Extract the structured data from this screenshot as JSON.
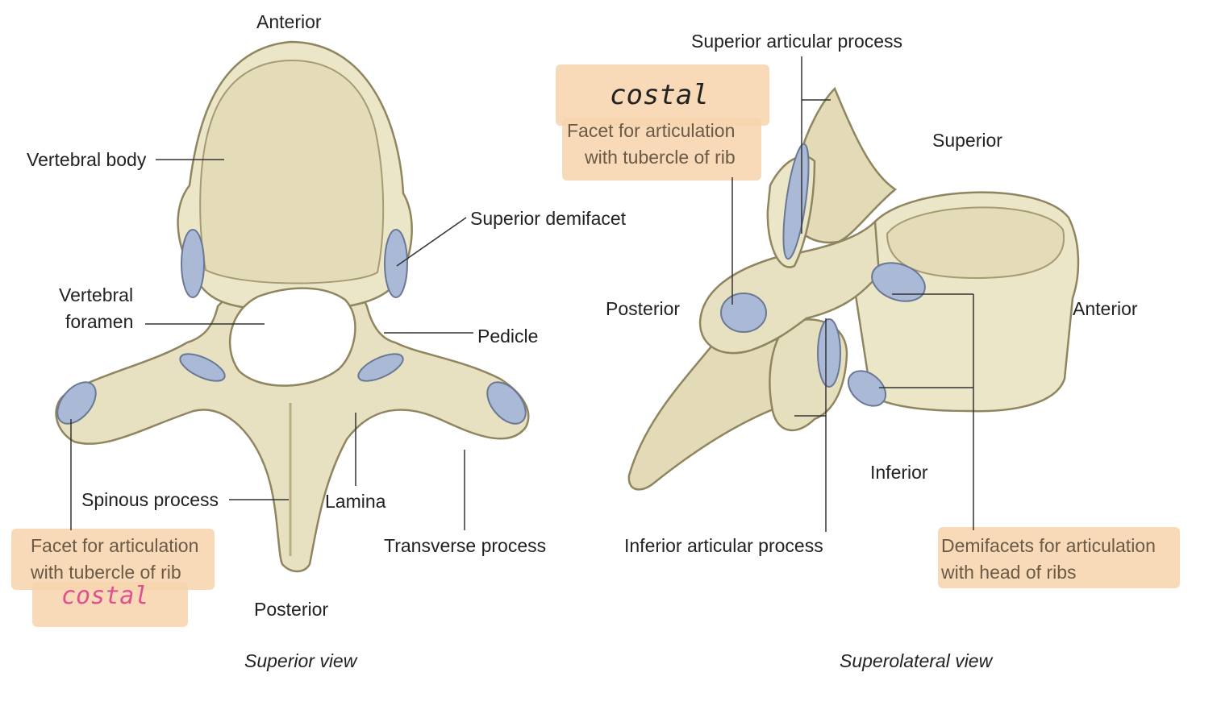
{
  "colors": {
    "bone": "#ece6c8",
    "bone_shade": "#cfc59b",
    "bone_outline": "#8f855f",
    "facet": "#a9b9d6",
    "highlight": "#f7d3ad",
    "handwriting_pink": "#e0508e",
    "handwriting_black": "#222222"
  },
  "superior_view": {
    "caption": "Superior view",
    "labels": {
      "anterior": "Anterior",
      "vertebral_body": "Vertebral body",
      "superior_demifacet": "Superior demifacet",
      "vertebral_foramen_1": "Vertebral",
      "vertebral_foramen_2": "foramen",
      "pedicle": "Pedicle",
      "spinous_process": "Spinous process",
      "lamina": "Lamina",
      "transverse_process": "Transverse process",
      "facet_1": "Facet for articulation",
      "facet_2": "with tubercle of rib",
      "posterior": "Posterior"
    },
    "handwritten_note": "costal"
  },
  "superolateral_view": {
    "caption": "Superolateral view",
    "labels": {
      "superior_articular_process": "Superior articular process",
      "superior": "Superior",
      "posterior": "Posterior",
      "anterior": "Anterior",
      "inferior": "Inferior",
      "inferior_articular_process": "Inferior articular process",
      "facet_1": "Facet for articulation",
      "facet_2": "with tubercle of rib",
      "demifacets_1": "Demifacets for articulation",
      "demifacets_2": "with head of ribs"
    },
    "handwritten_note": "costal"
  }
}
